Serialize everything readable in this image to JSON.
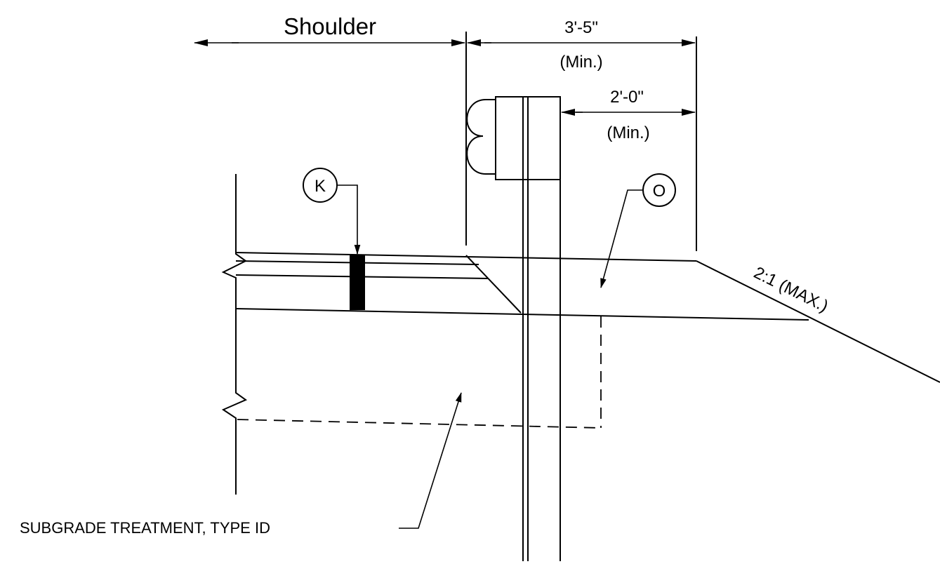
{
  "drawing": {
    "dimensions": {
      "shoulder": "Shoulder",
      "offset_total": "3'-5\"",
      "offset_total_qualifier": "(Min.)",
      "offset_post": "2'-0\"",
      "offset_post_qualifier": "(Min.)"
    },
    "callouts": {
      "k": "K",
      "o": "O"
    },
    "slope_label": "2:1 (MAX.)",
    "note": "SUBGRADE TREATMENT, TYPE ID",
    "colors": {
      "line": "#000000",
      "background": "#ffffff"
    }
  }
}
